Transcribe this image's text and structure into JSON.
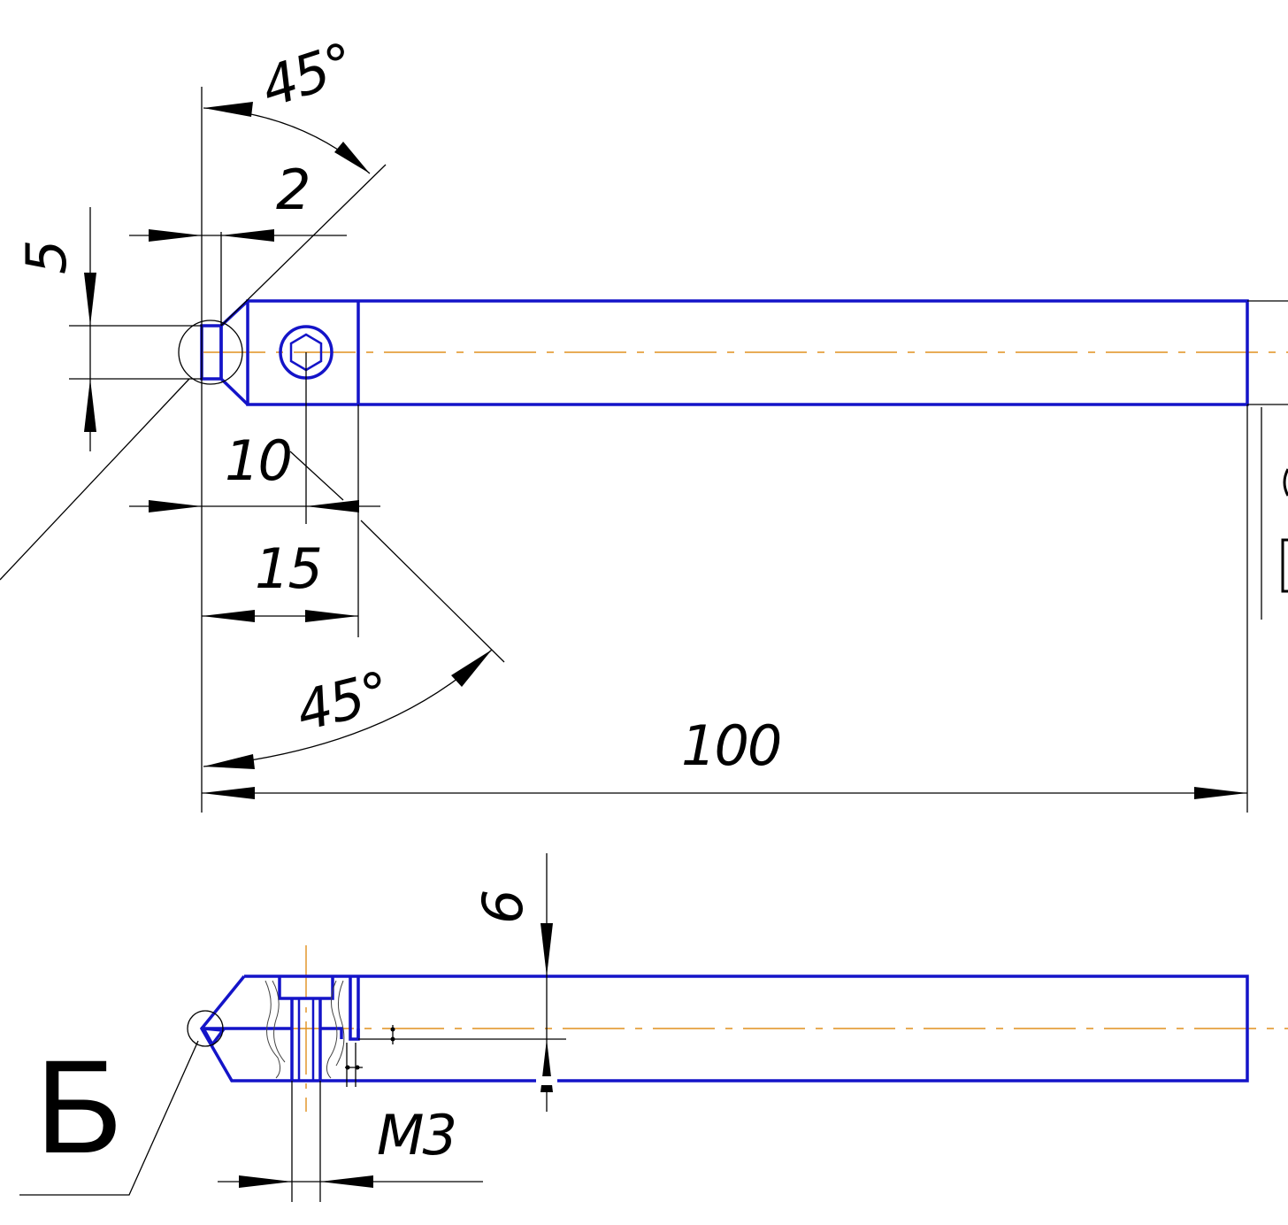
{
  "dimensions": {
    "angle_top": "45°",
    "chamfer_2": "2",
    "height_5": "5",
    "dist_10": "10",
    "dist_15": "15",
    "angle_bottom": "45°",
    "length_100": "100",
    "depth_6": "6",
    "thread_m3": "M3"
  },
  "view_label": "Б",
  "colors": {
    "part_outline": "#1414c8",
    "axis_line": "#e0901e",
    "dimension_line": "#000000"
  }
}
